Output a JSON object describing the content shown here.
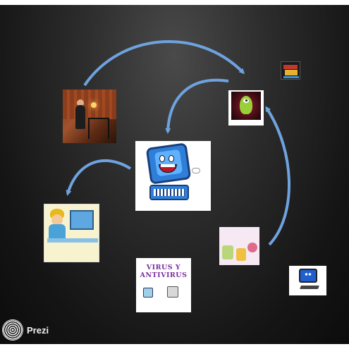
{
  "presentation": {
    "brand": "Prezi",
    "accent_arrow_color": "#6ea3df"
  },
  "slides": {
    "virus_card_title_line1": "VIRUS Y",
    "virus_card_title_line2": "ANTIVIRUS"
  },
  "icons": {
    "logo": "prezi-logo-icon"
  }
}
